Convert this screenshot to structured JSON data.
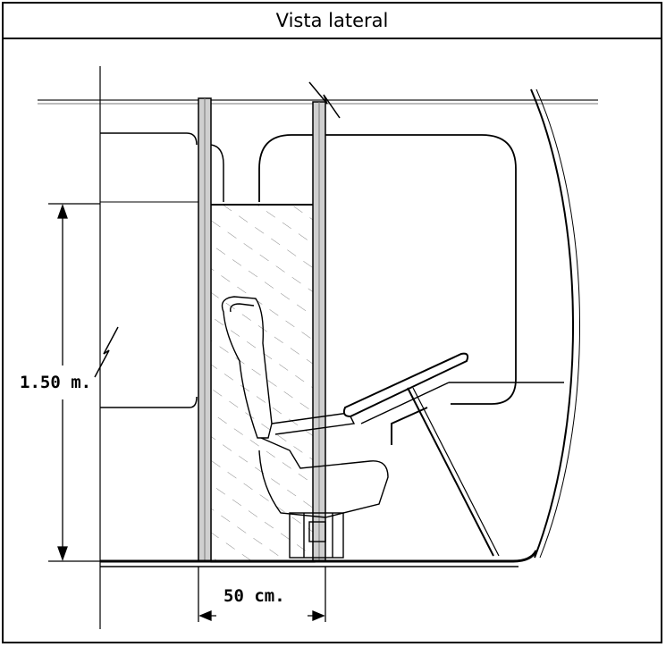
{
  "header": {
    "title": "Vista lateral"
  },
  "dimensions": {
    "height_label": "1.50 m.",
    "width_label": "50 cm."
  }
}
